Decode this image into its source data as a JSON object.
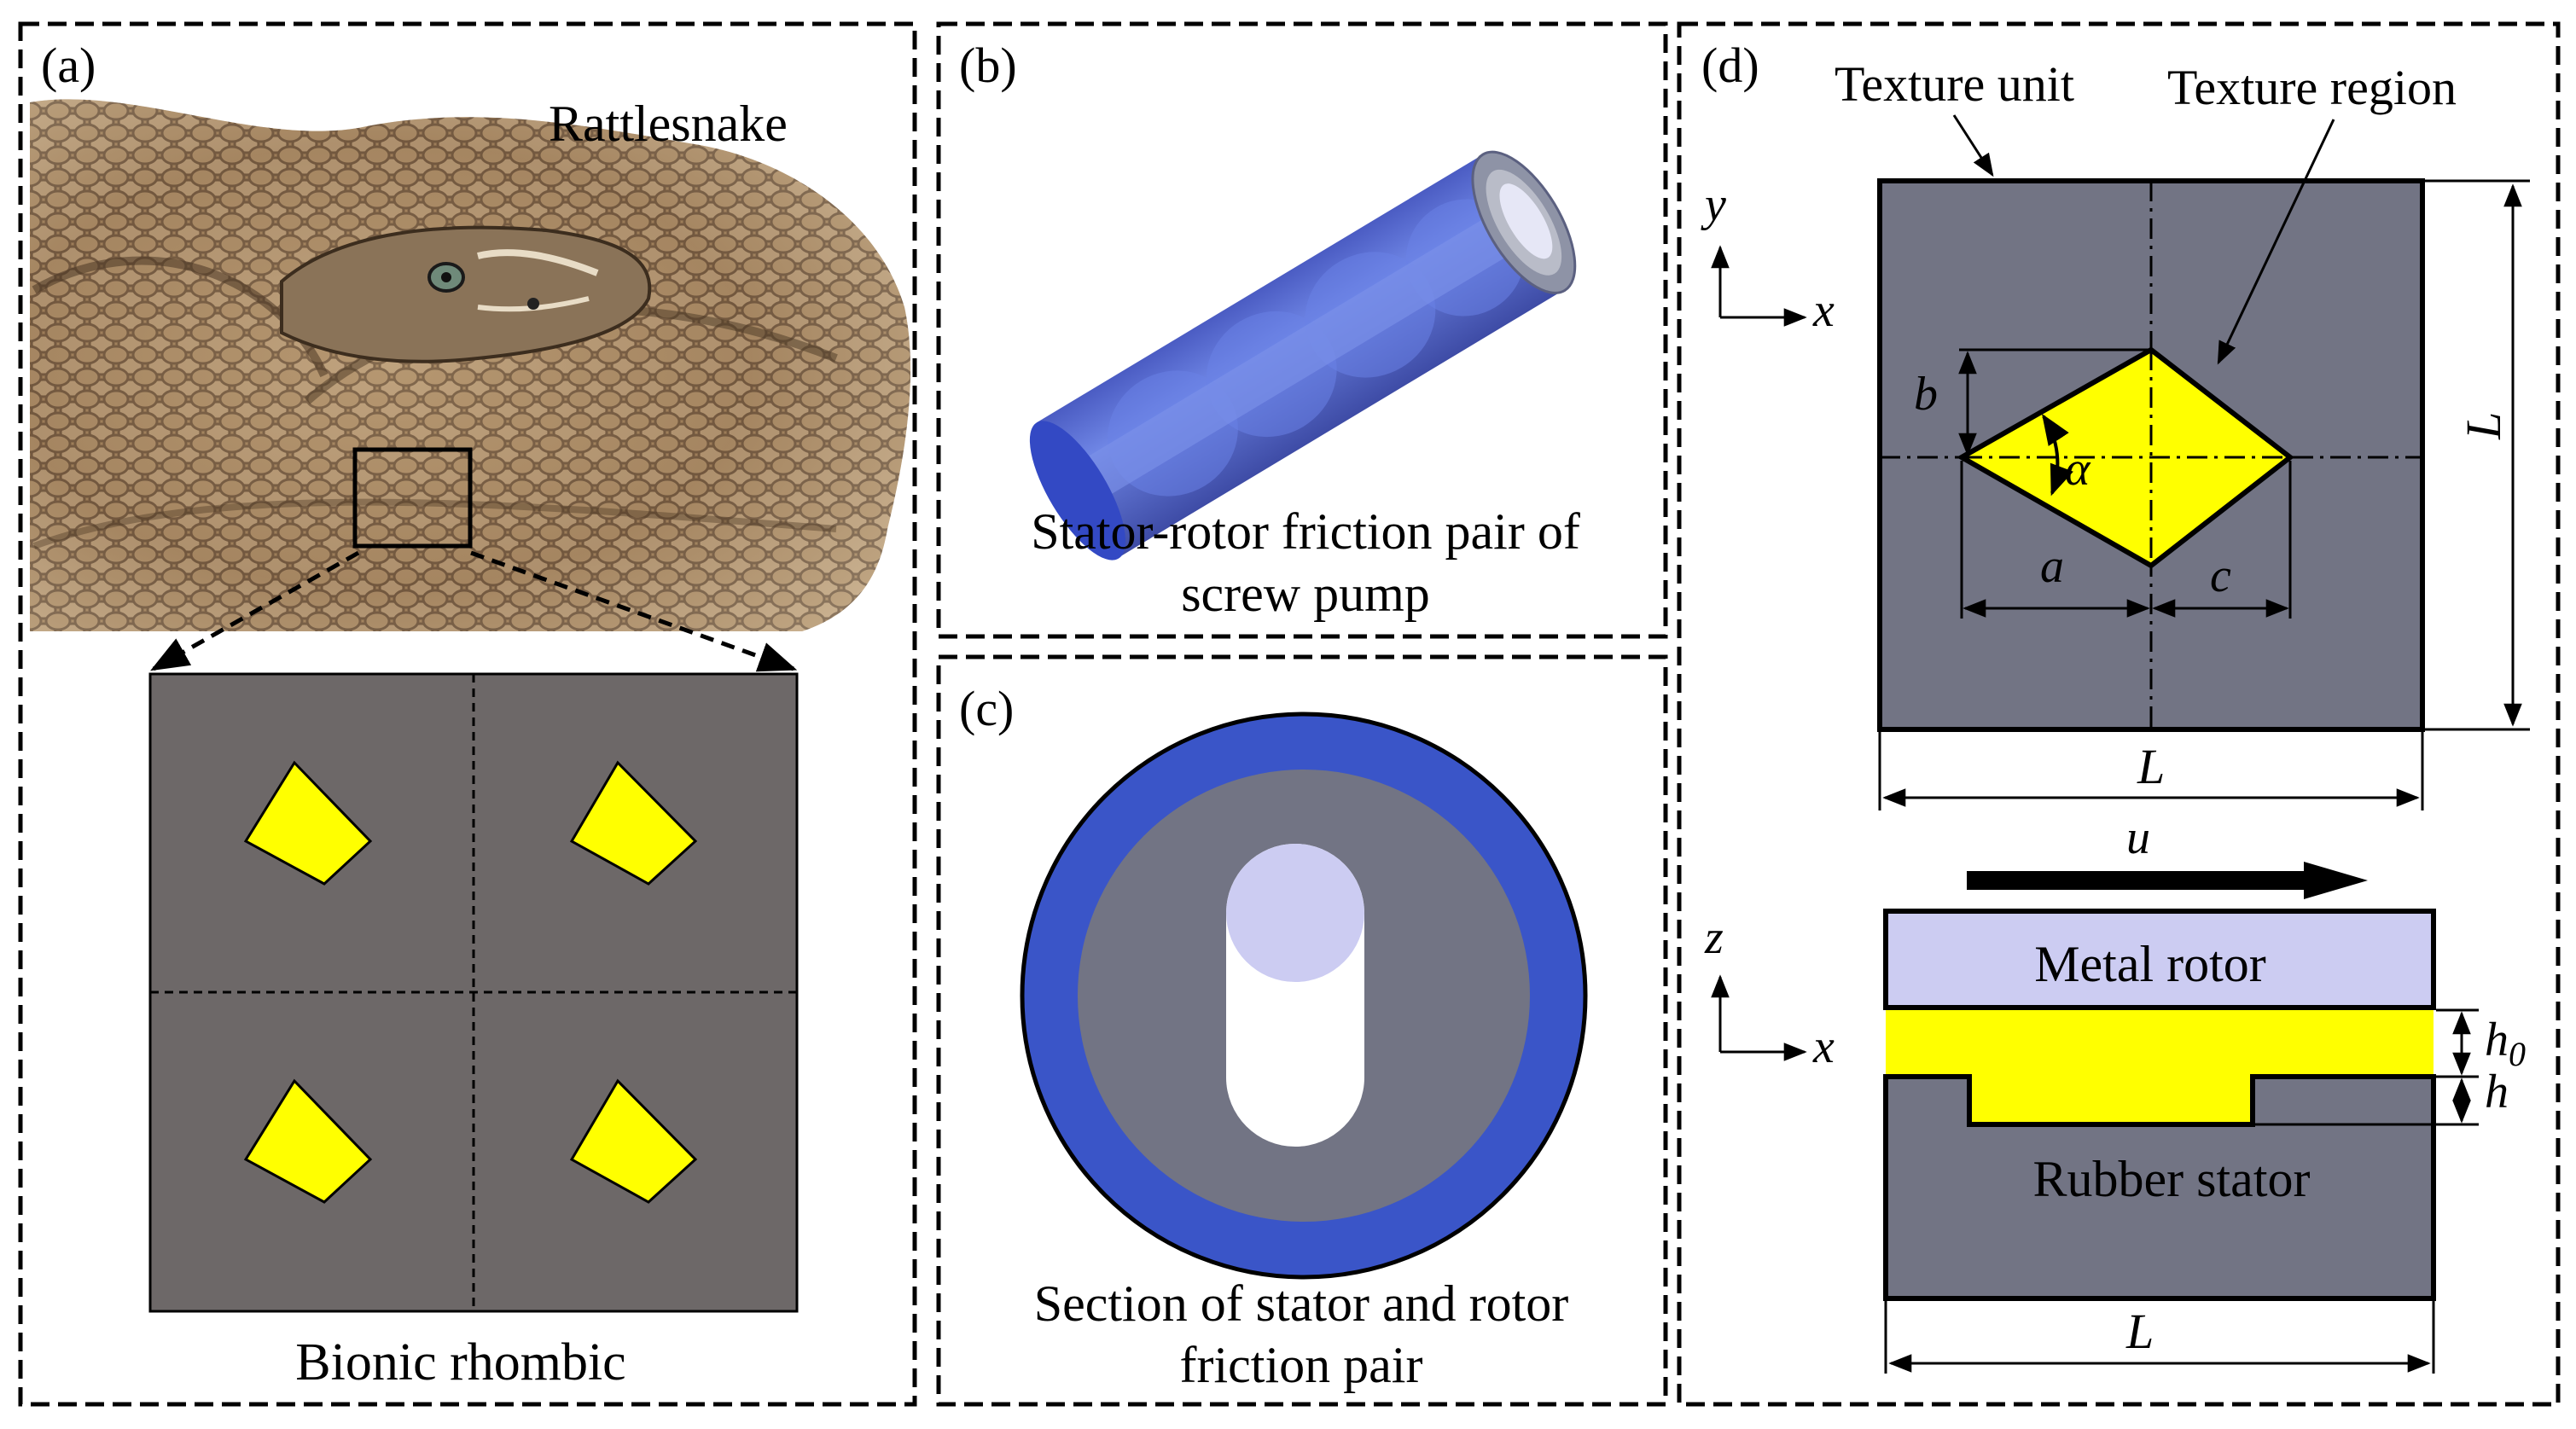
{
  "panel_a": {
    "label": "(a)",
    "photo_label": "Rattlesnake",
    "caption": "Bionic rhombic"
  },
  "panel_b": {
    "label": "(b)",
    "caption_line1": "Stator-rotor friction pair of",
    "caption_line2": "screw pump"
  },
  "panel_c": {
    "label": "(c)",
    "caption_line1": "Section of stator and rotor",
    "caption_line2": "friction pair"
  },
  "panel_d": {
    "label": "(d)",
    "texture_unit": "Texture unit",
    "texture_region": "Texture region",
    "axis_y": "y",
    "axis_x_top": "x",
    "axis_z": "z",
    "axis_x_bottom": "x",
    "dim_b": "b",
    "dim_alpha": "α",
    "dim_a": "a",
    "dim_c": "c",
    "dim_L_right": "L",
    "dim_L_bottom": "L",
    "velocity": "u",
    "metal_rotor": "Metal rotor",
    "rubber_stator": "Rubber stator",
    "dim_h0": "h",
    "dim_h0_sub": "0",
    "dim_h": "h",
    "dim_L_section": "L"
  },
  "colors": {
    "texture_yellow": "#ffff00",
    "stator_gray": "#727484",
    "rotor_lavender": "#ccccf2",
    "stator_blue": "#3a55c8",
    "panel_a_gray": "#6d6868"
  }
}
